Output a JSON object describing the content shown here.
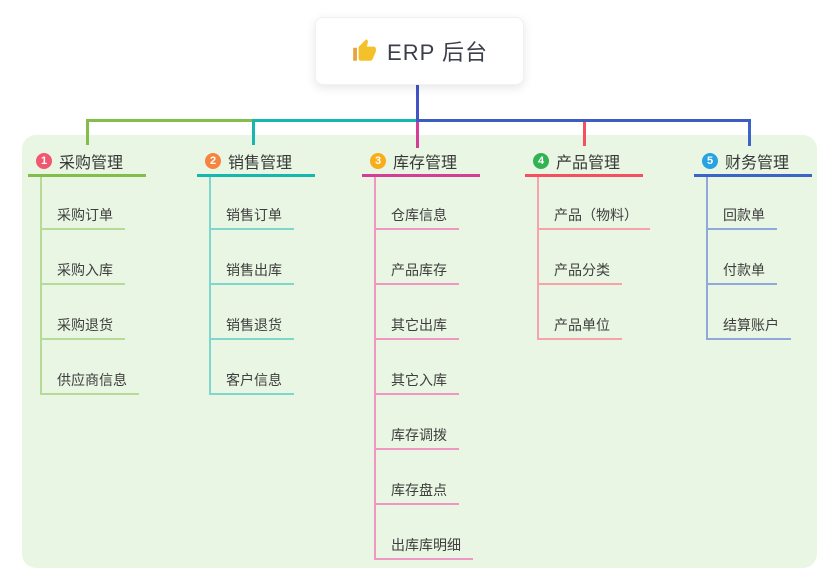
{
  "root": {
    "title": "ERP 后台",
    "icon": "thumbs-up"
  },
  "canvas": {
    "background": "#ffffff",
    "panel_background": "#e9f6e3"
  },
  "connectors": {
    "root_stem_color": "#4353c5",
    "trunk_right_color": "#3d5cc3"
  },
  "branches": [
    {
      "badge": "1",
      "label": "采购管理",
      "badge_color": "#f0586f",
      "line_color": "#83bd4a",
      "line_color_light": "#b5db97",
      "children": [
        "采购订单",
        "采购入库",
        "采购退货",
        "供应商信息"
      ]
    },
    {
      "badge": "2",
      "label": "销售管理",
      "badge_color": "#f6843e",
      "line_color": "#16b7ae",
      "line_color_light": "#7ed6cd",
      "children": [
        "销售订单",
        "销售出库",
        "销售退货",
        "客户信息"
      ]
    },
    {
      "badge": "3",
      "label": "库存管理",
      "badge_color": "#f9ad18",
      "line_color": "#d33f96",
      "line_color_light": "#ef96c5",
      "children": [
        "仓库信息",
        "产品库存",
        "其它出库",
        "其它入库",
        "库存调拨",
        "库存盘点",
        "出库库明细"
      ]
    },
    {
      "badge": "4",
      "label": "产品管理",
      "badge_color": "#31b353",
      "line_color": "#f4505f",
      "line_color_light": "#f8a2aa",
      "children": [
        "产品（物料）",
        "产品分类",
        "产品单位"
      ]
    },
    {
      "badge": "5",
      "label": "财务管理",
      "badge_color": "#28a3e2",
      "line_color": "#3c63c6",
      "line_color_light": "#8fa9dc",
      "children": [
        "回款单",
        "付款单",
        "结算账户"
      ]
    }
  ]
}
